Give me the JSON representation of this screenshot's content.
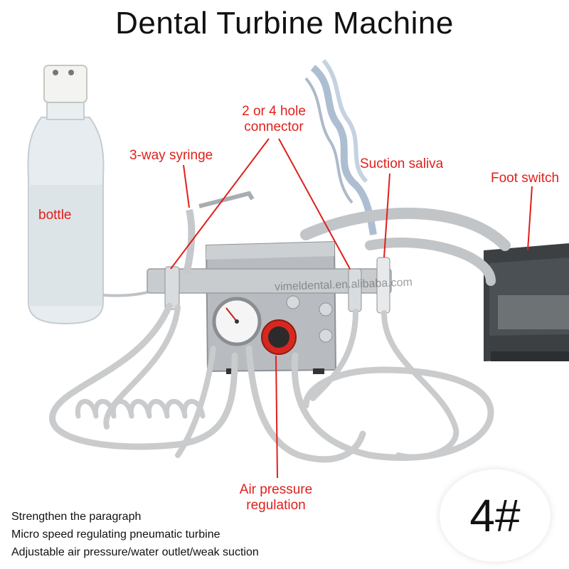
{
  "title": "Dental Turbine Machine",
  "labels": {
    "bottle": "bottle",
    "syringe": "3-way syringe",
    "connector_line1": "2 or 4 hole",
    "connector_line2": "connector",
    "suction": "Suction saliva",
    "foot_switch": "Foot switch",
    "air_line1": "Air pressure",
    "air_line2": "regulation"
  },
  "watermark": "vimeldental.en.alibaba.com",
  "badge": "4#",
  "features": [
    "Strengthen the paragraph",
    "Micro speed regulating pneumatic turbine",
    "Adjustable air pressure/water outlet/weak suction"
  ],
  "colors": {
    "label_red": "#e0201c",
    "tube_gray": "#c9cbcd",
    "metal": "#b9bcc0",
    "knob_red": "#d6281f"
  }
}
